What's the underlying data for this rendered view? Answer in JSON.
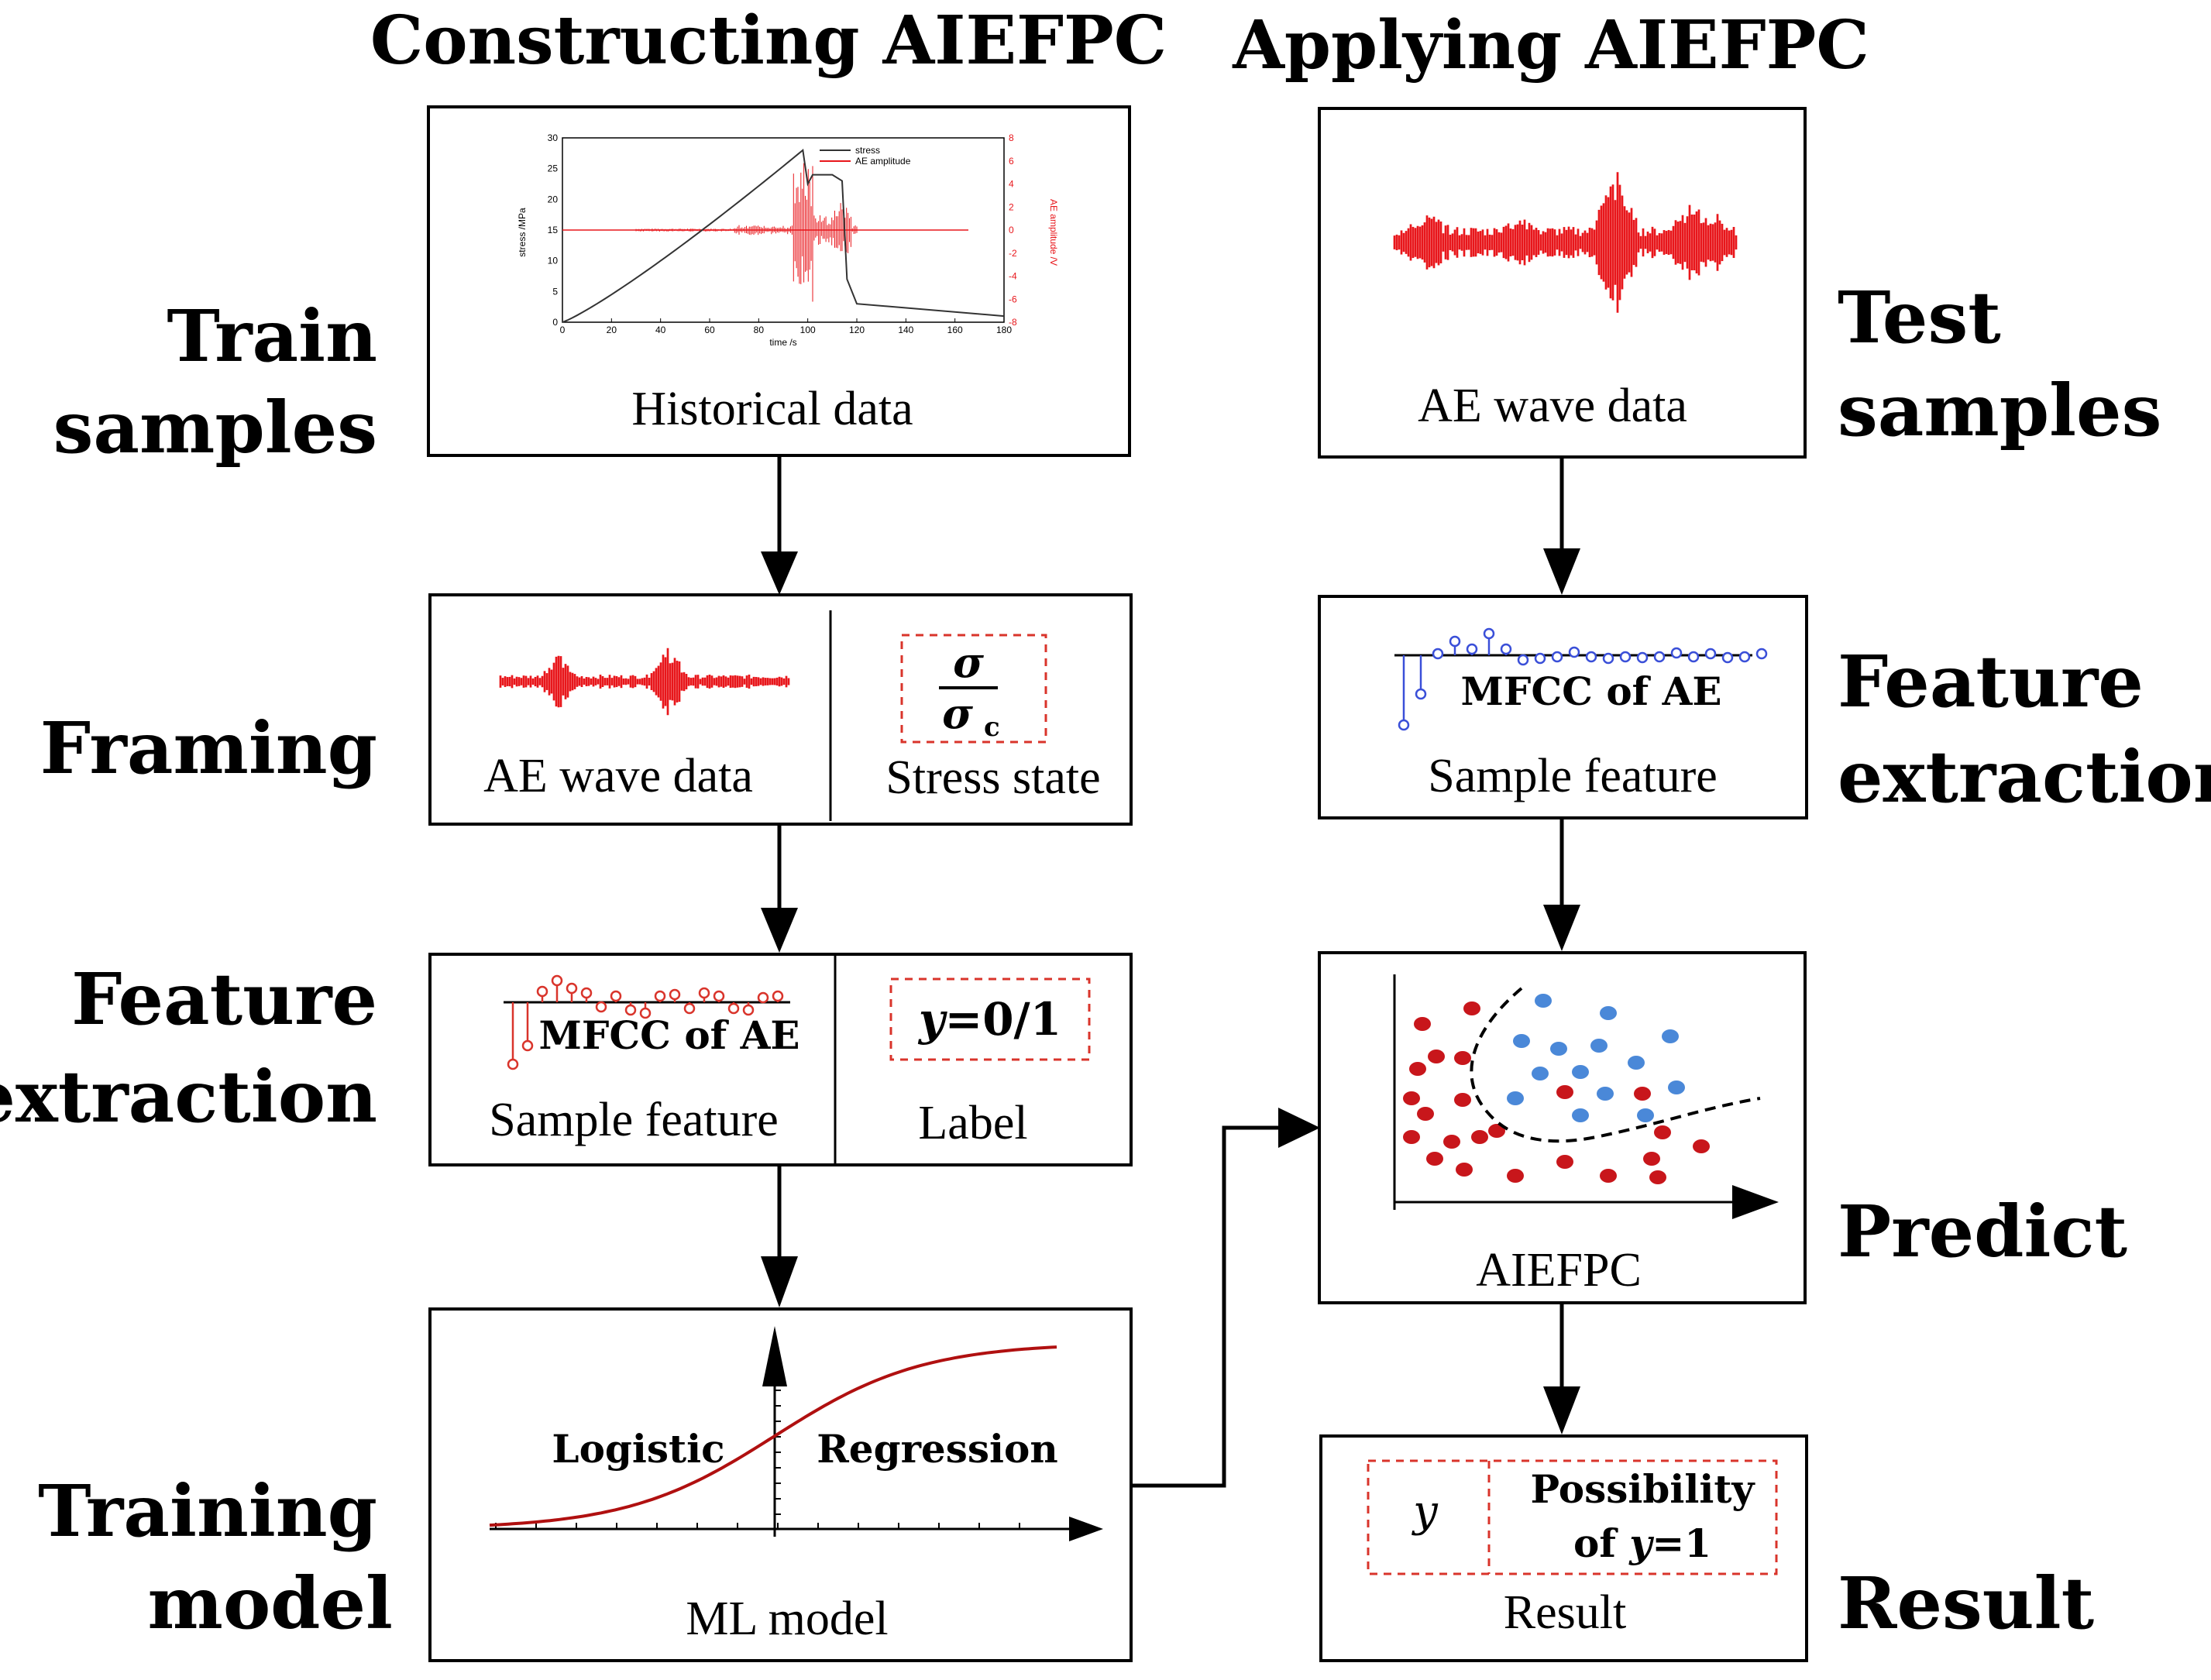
{
  "headers": {
    "left": "Constructing AIEFPC",
    "right": "Applying AIEFPC"
  },
  "left_side": {
    "train_samples": [
      "Train",
      "samples"
    ],
    "framing": "Framing",
    "feature_extraction": [
      "Feature",
      "extraction"
    ],
    "training_model": [
      "Training",
      "model"
    ]
  },
  "right_side": {
    "test_samples": [
      "Test",
      "samples"
    ],
    "feature_extraction": [
      "Feature",
      "extraction"
    ],
    "predict": "Predict",
    "result": "Result"
  },
  "boxes": {
    "historical": {
      "caption": "Historical data",
      "plot": {
        "legend": [
          "stress",
          "AE amplitude"
        ],
        "ylabel_left": "stress /MPa",
        "ylabel_right": "AE amplitude /V",
        "xlabel": "time  /s",
        "xticks": [
          "0",
          "20",
          "40",
          "60",
          "80",
          "100",
          "120",
          "140",
          "160",
          "180"
        ],
        "yticks_left": [
          "0",
          "5",
          "10",
          "15",
          "20",
          "25",
          "30"
        ],
        "yticks_right": [
          "-8",
          "-6",
          "-4",
          "-2",
          "0",
          "2",
          "4",
          "6",
          "8"
        ]
      }
    },
    "framing": {
      "left_caption": "AE wave data",
      "right_caption": "Stress state",
      "formula_num": "σ",
      "formula_den": "σ",
      "formula_sub": "c"
    },
    "feature_left": {
      "mfcc_label": "MFCC of AE",
      "left_caption": "Sample feature",
      "label_value": "y=0/1",
      "label_y": "y",
      "label_rest": "=0/1",
      "right_caption": "Label"
    },
    "ml_model": {
      "logistic": "Logistic",
      "regression": "Regression",
      "caption": "ML model"
    },
    "test_wave": {
      "caption": "AE wave data"
    },
    "feature_right": {
      "mfcc_label": "MFCC of AE",
      "caption": "Sample feature"
    },
    "aiefpc": {
      "caption": "AIEFPC"
    },
    "result": {
      "y": "y",
      "possibility_line1": "Possibility",
      "possibility_of": "of ",
      "possibility_y": "y",
      "possibility_eq": "=1",
      "caption": "Result"
    }
  },
  "colors": {
    "wave_red": "#e8161b",
    "mfcc_red": "#d9342b",
    "mfcc_blue": "#3a4fd8",
    "dot_red": "#c8161b",
    "dot_blue": "#4a88d8",
    "curve_red": "#b01010"
  }
}
